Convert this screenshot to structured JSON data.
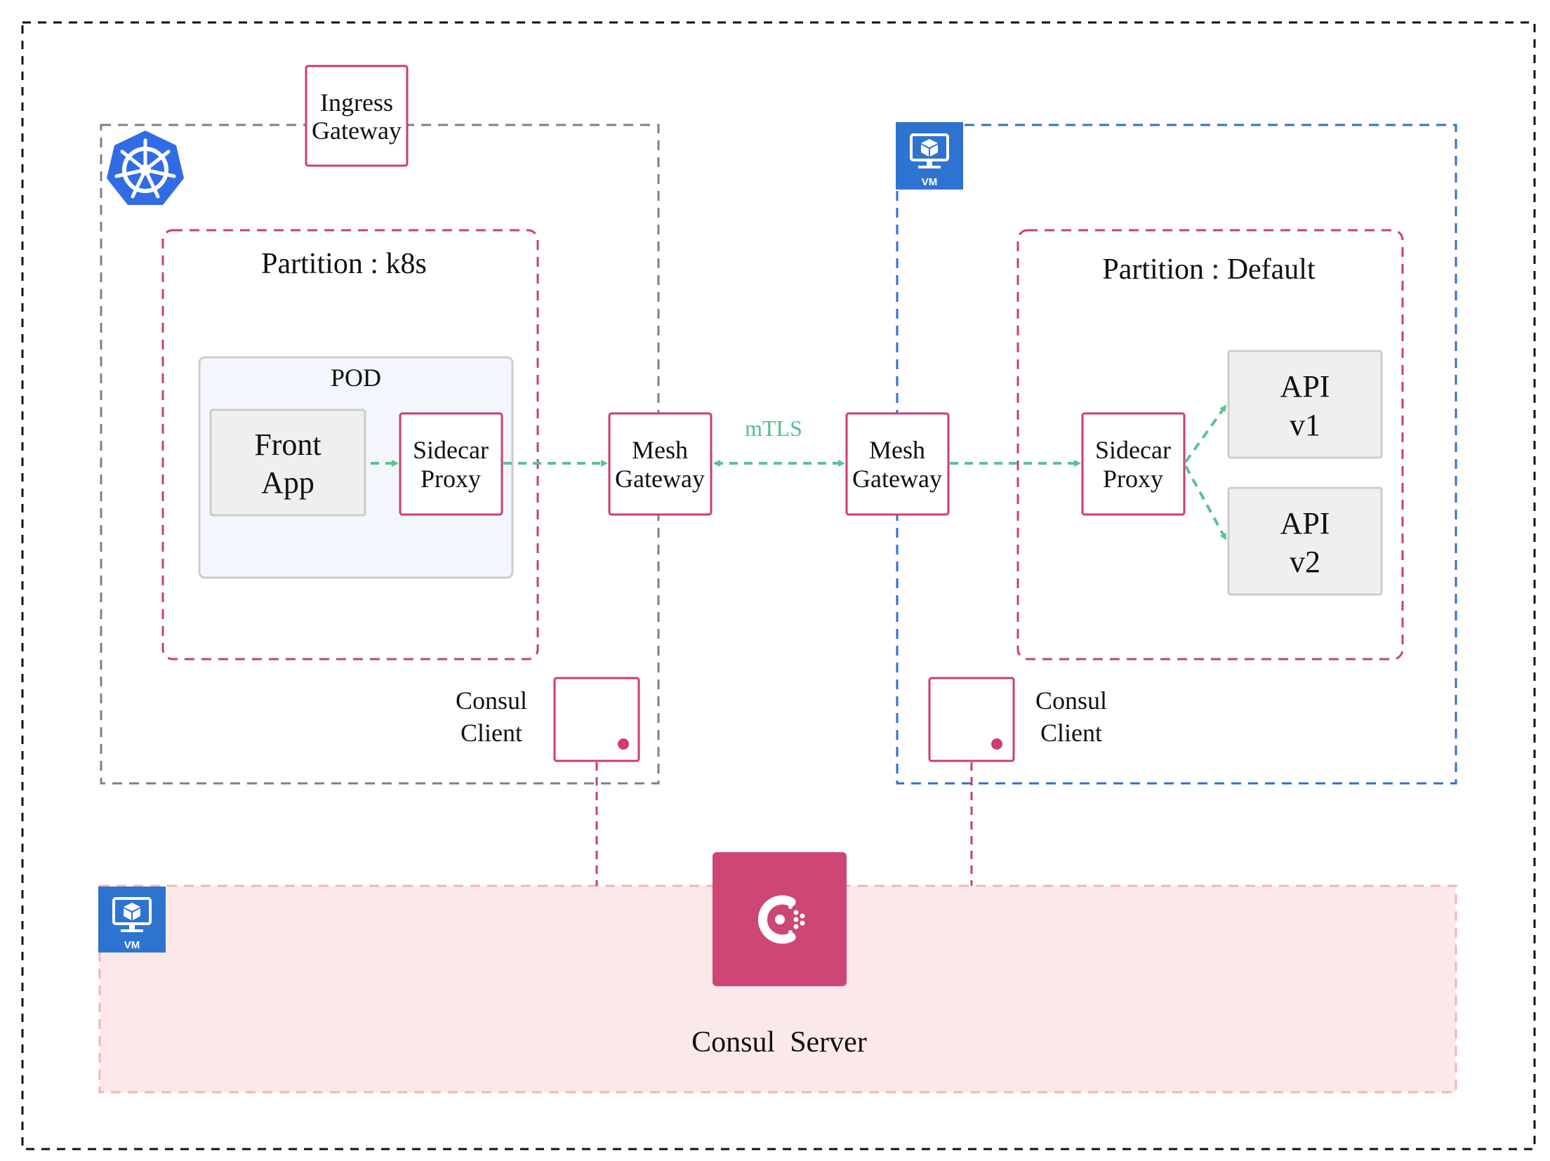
{
  "outer": {
    "label": ""
  },
  "ingress": {
    "line1": "Ingress",
    "line2": "Gateway"
  },
  "k8s_cluster": {
    "icon": "kubernetes-icon"
  },
  "partition_k8s": {
    "title": "Partition : k8s"
  },
  "pod": {
    "title": "POD"
  },
  "front_app": {
    "line1": "Front",
    "line2": "App"
  },
  "sidecar_left": {
    "line1": "Sidecar",
    "line2": "Proxy"
  },
  "mesh_left": {
    "line1": "Mesh",
    "line2": "Gateway"
  },
  "mesh_right": {
    "line1": "Mesh",
    "line2": "Gateway"
  },
  "mtls": {
    "label": "mTLS"
  },
  "vm_right": {
    "icon": "vm-icon",
    "badge": "VM"
  },
  "partition_default": {
    "title": "Partition : Default"
  },
  "sidecar_right": {
    "line1": "Sidecar",
    "line2": "Proxy"
  },
  "api_v1": {
    "line1": "API",
    "line2": "v1"
  },
  "api_v2": {
    "line1": "API",
    "line2": "v2"
  },
  "consul_client_left": {
    "line1": "Consul",
    "line2": "Client"
  },
  "consul_client_right": {
    "line1": "Consul",
    "line2": "Client"
  },
  "server_vm": {
    "icon": "vm-icon",
    "badge": "VM"
  },
  "consul_server": {
    "icon": "consul-logo-icon",
    "label": "Consul  Server"
  },
  "colors": {
    "partition": "#cc3d72",
    "service_box": "#cc3d72",
    "flow": "#5bc38f",
    "vm_blue": "#2f6fd1",
    "k8s_blue": "#326ce5",
    "server_fill": "#fbe9ea",
    "consul_pink": "#ce4673"
  }
}
